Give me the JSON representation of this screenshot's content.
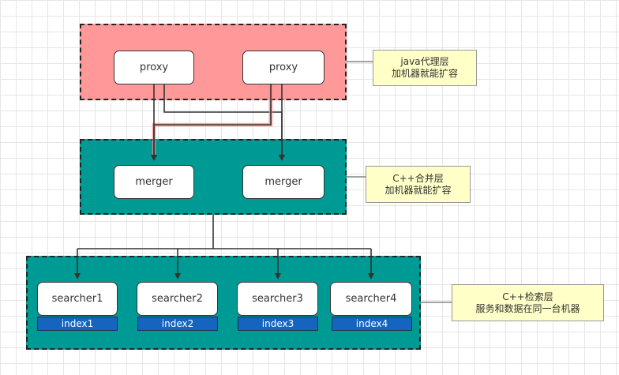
{
  "proxy_layer": {
    "nodes": [
      "proxy",
      "proxy"
    ],
    "note": [
      "java代理层",
      "加机器就能扩容"
    ]
  },
  "merger_layer": {
    "nodes": [
      "merger",
      "merger"
    ],
    "note": [
      "C++合并层",
      "加机器就能扩容"
    ]
  },
  "searcher_layer": {
    "searchers": [
      "searcher1",
      "searcher2",
      "searcher3",
      "searcher4"
    ],
    "indexes": [
      "index1",
      "index2",
      "index3",
      "index4"
    ],
    "note": [
      "C++检索层",
      "服务和数据在同一台机器"
    ]
  },
  "colors": {
    "proxy_layer_fill": "#ff9999",
    "teal_layer_fill": "#009a94",
    "index_fill": "#1565c0",
    "note_fill": "#ffffc8"
  }
}
